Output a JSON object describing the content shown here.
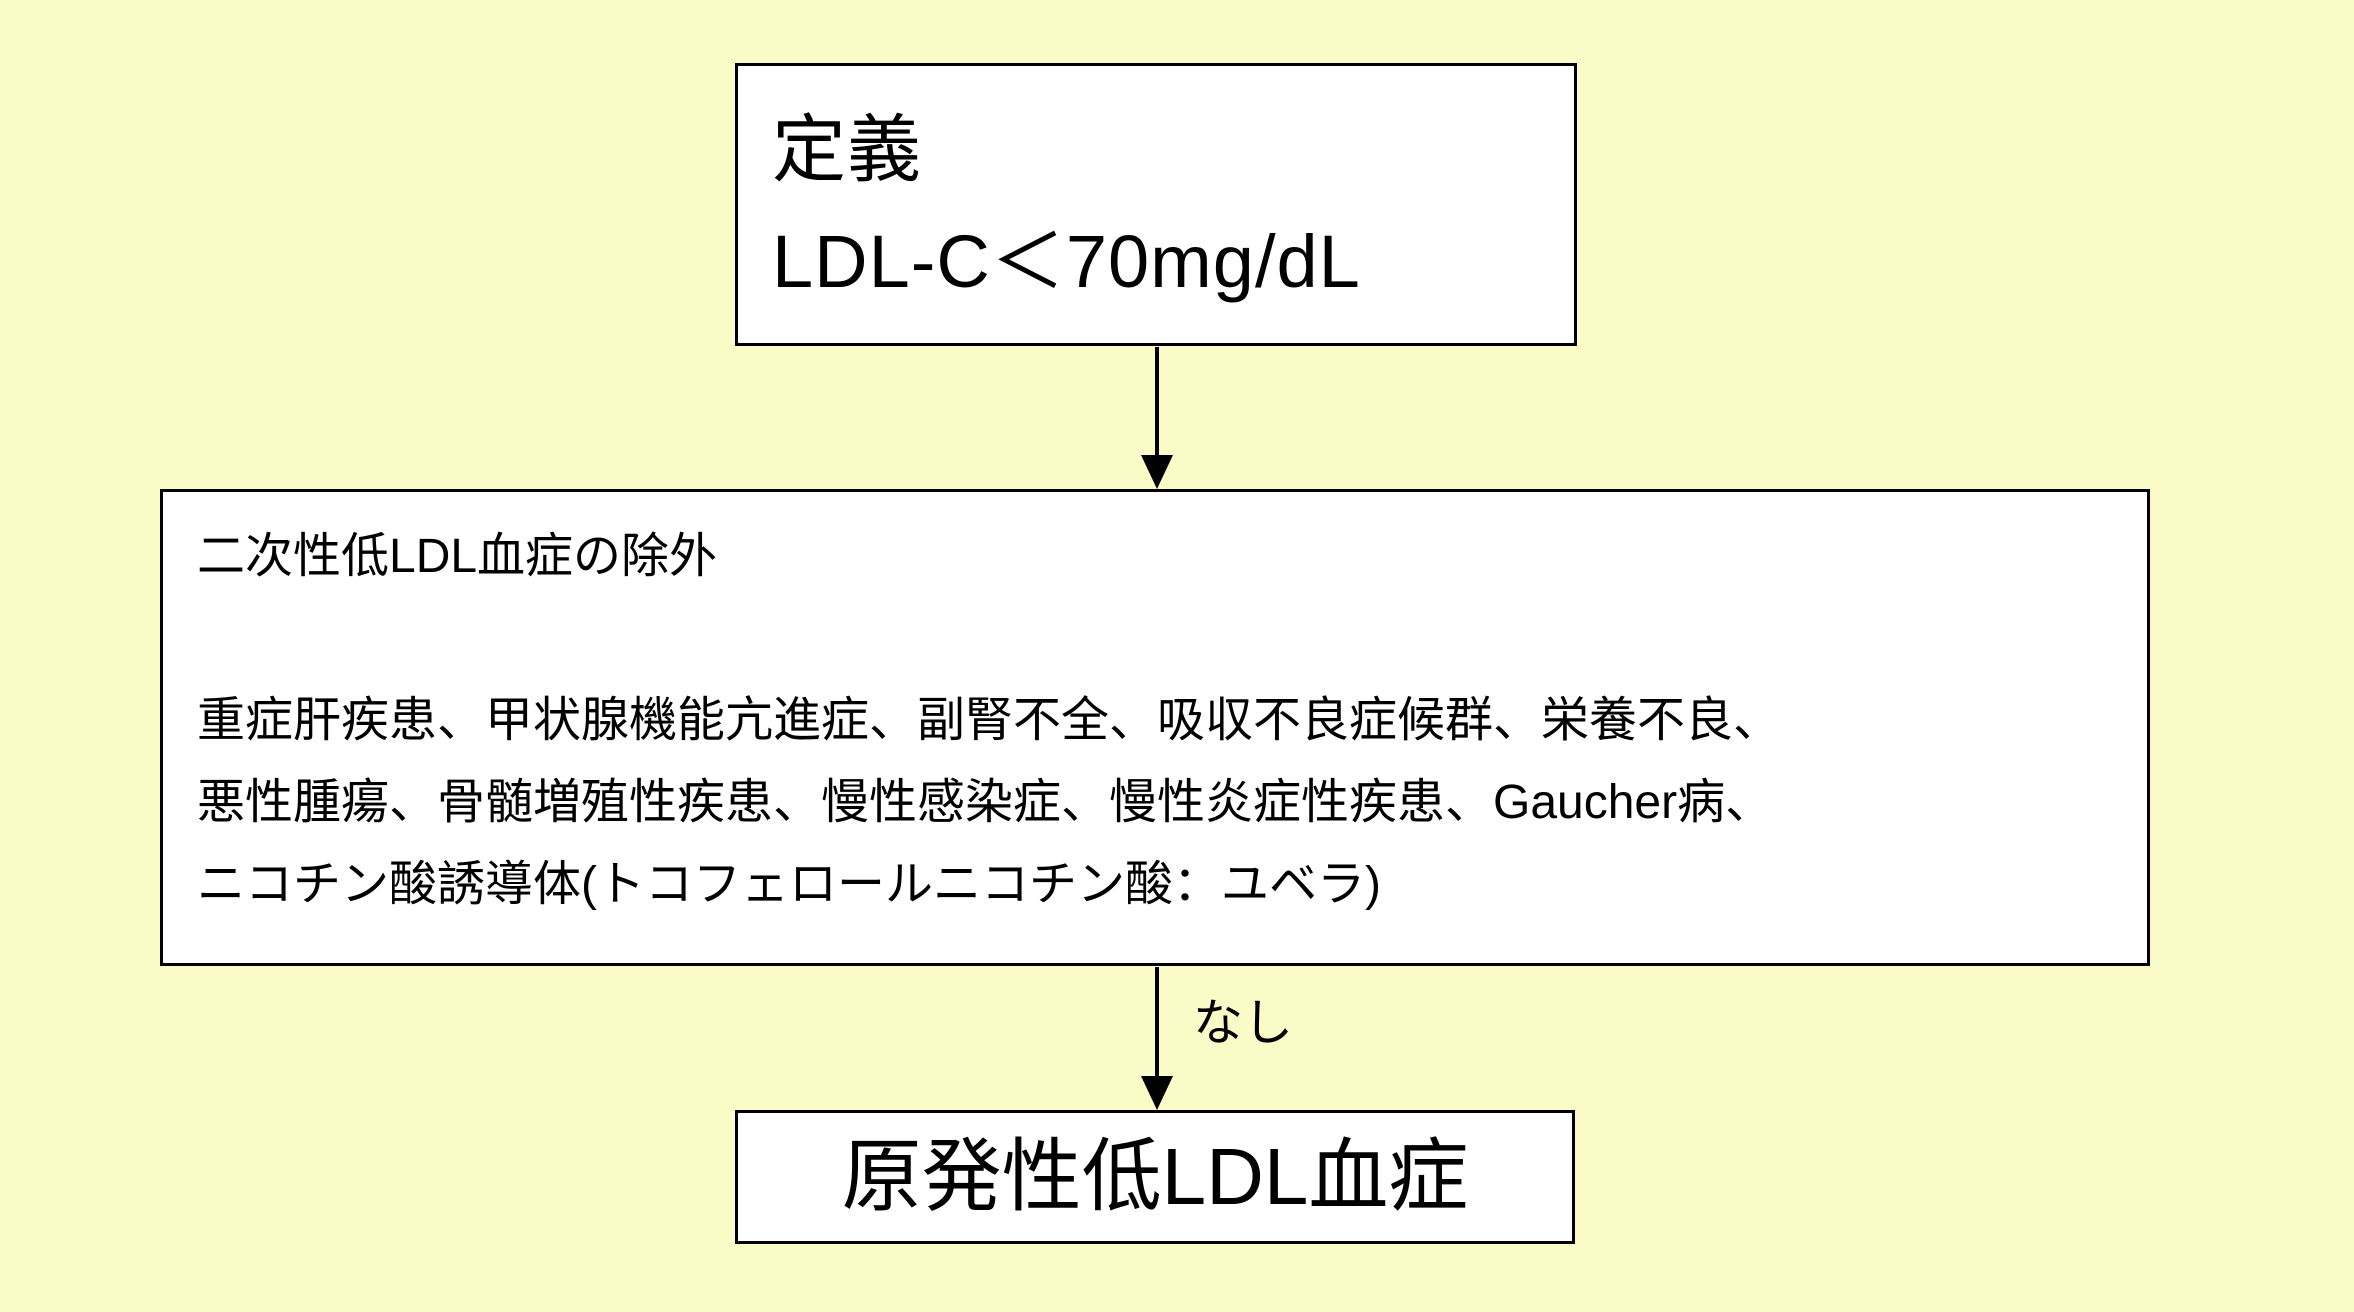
{
  "diagram": {
    "definition_box": {
      "line1": "定義",
      "line2": "LDL-C＜70mg/dL"
    },
    "exclusion_box": {
      "title": "二次性低LDL血症の除外",
      "body_line1": "重症肝疾患、甲状腺機能亢進症、副腎不全、吸収不良症候群、栄養不良、",
      "body_line2": "悪性腫瘍、骨髄増殖性疾患、慢性感染症、慢性炎症性疾患、Gaucher病、",
      "body_line3": "ニコチン酸誘導体(トコフェロールニコチン酸：ユベラ)"
    },
    "arrow_label": "なし",
    "result_box": {
      "label": "原発性低LDL血症"
    },
    "colors": {
      "background": "#FBFBC8",
      "box_background": "#FFFFFF",
      "line": "#000000"
    }
  }
}
